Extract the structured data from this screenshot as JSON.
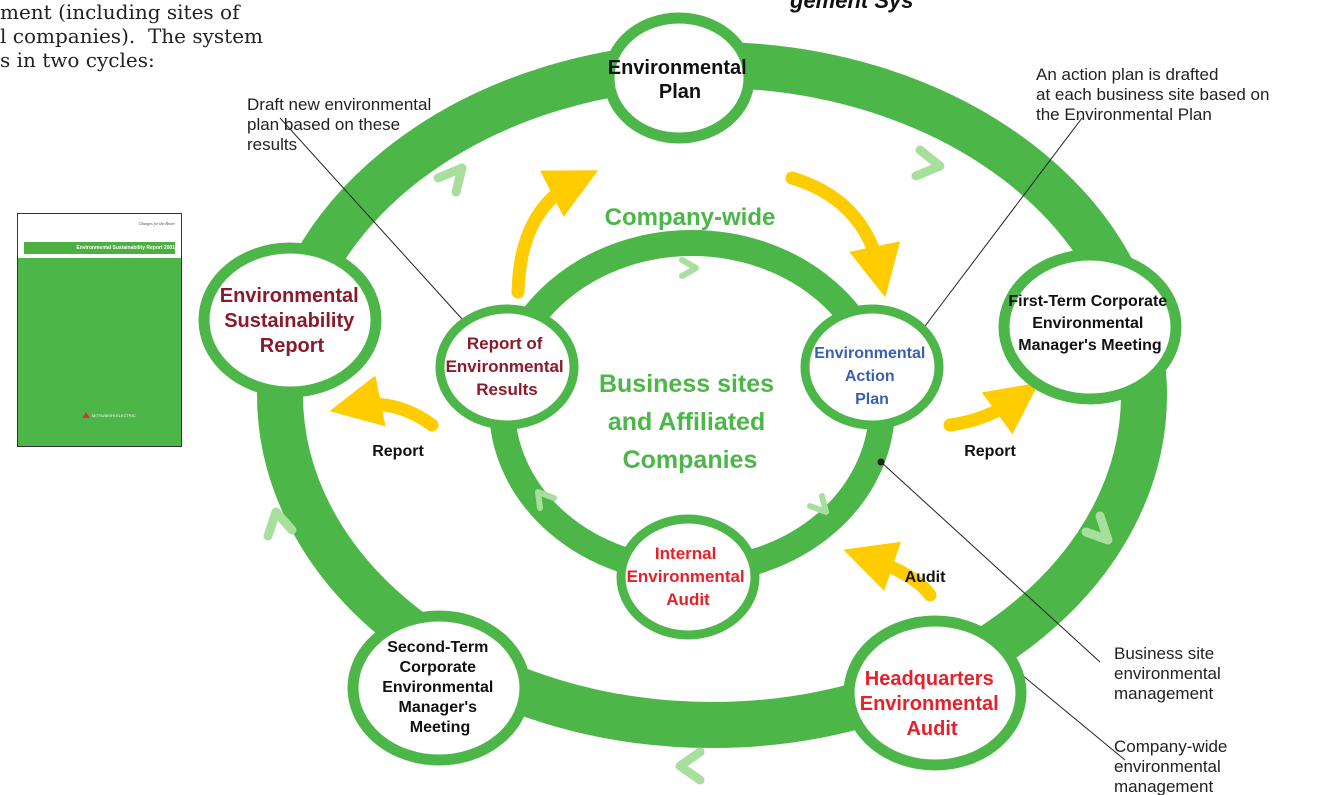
{
  "intro_text": [
    "ment (including sites of",
    "l companies).  The system",
    "s in two cycles:"
  ],
  "partial_title": "gement Sys",
  "cover": {
    "tagline": "Changes for the Better",
    "title": "Environmental Sustainability Report 2001",
    "logo_text": "MITSUBISHI ELECTRIC"
  },
  "outer_nodes": {
    "environmental_plan": [
      "Environmental",
      "Plan"
    ],
    "first_term_meeting": [
      "First-Term Corporate",
      "Environmental",
      "Manager's Meeting"
    ],
    "headquarters_audit": [
      "Headquarters",
      "Environmental",
      "Audit"
    ],
    "second_term_meeting": [
      "Second-Term",
      "Corporate",
      "Environmental",
      "Manager's",
      "Meeting"
    ],
    "sustainability_report": [
      "Environmental",
      "Sustainability",
      "Report"
    ]
  },
  "inner_nodes": {
    "report_of_results": [
      "Report of",
      "Environmental",
      "Results"
    ],
    "action_plan": [
      "Environmental",
      "Action",
      "Plan"
    ],
    "internal_audit": [
      "Internal",
      "Environmental",
      "Audit"
    ]
  },
  "center_label": [
    "Business sites",
    "and Affiliated",
    "Companies"
  ],
  "company_wide_label": "Company-wide",
  "arrow_labels": {
    "report_left": "Report",
    "report_right": "Report",
    "audit": "Audit"
  },
  "annotations": {
    "draft_plan": [
      "Draft new environmental",
      "plan based on these",
      "results"
    ],
    "action_plan_note": [
      "An action plan is drafted",
      "at each business site based on",
      "the Environmental Plan"
    ],
    "business_site_mgmt": [
      "Business site",
      "environmental",
      "management"
    ],
    "company_wide_mgmt": [
      "Company-wide",
      "environmental",
      "management"
    ]
  },
  "colors": {
    "ring_green": "#4cb648",
    "text_green": "#4cb648",
    "yellow_arrow": "#ffcc00",
    "dark_red": "#8b1a2b",
    "red": "#e8202a",
    "blue": "#3a5fb0",
    "black": "#111111"
  }
}
